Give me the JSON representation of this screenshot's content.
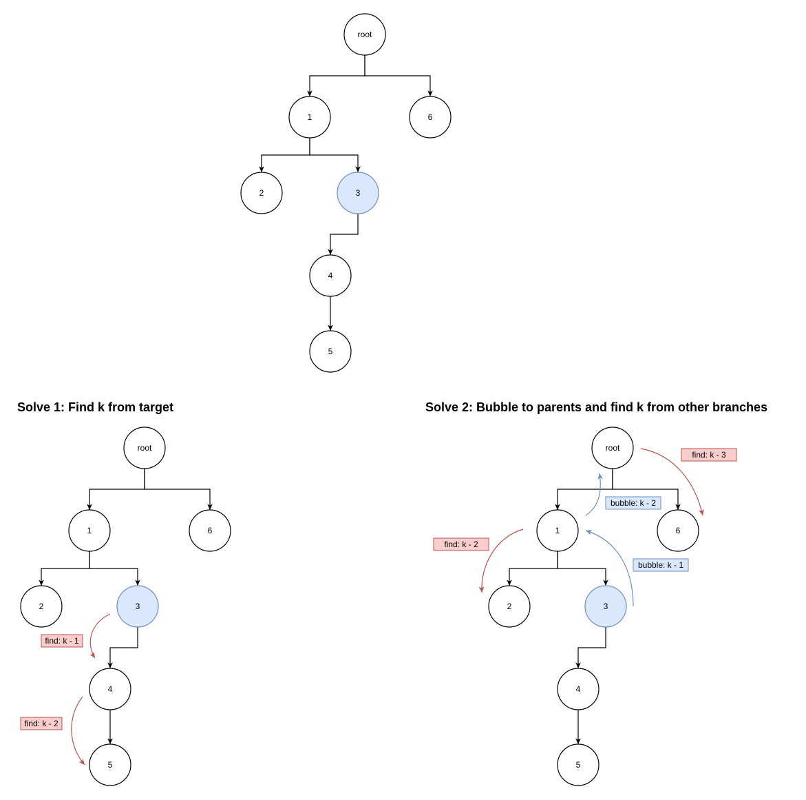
{
  "headings": {
    "solve1": "Solve 1: Find k from target",
    "solve2": "Solve 2: Bubble to parents and find k from other branches"
  },
  "colors": {
    "target_fill": "#dae8fc",
    "target_stroke": "#6c8ebf",
    "find_fill": "#f8cecc",
    "find_stroke": "#b85450",
    "bubble_fill": "#dae8fc",
    "bubble_stroke": "#6c8ebf"
  },
  "diagrams": [
    {
      "id": "tree-top",
      "target": "3",
      "nodes": [
        {
          "id": "root",
          "label": "root"
        },
        {
          "id": "1",
          "label": "1"
        },
        {
          "id": "6",
          "label": "6"
        },
        {
          "id": "2",
          "label": "2"
        },
        {
          "id": "3",
          "label": "3"
        },
        {
          "id": "4",
          "label": "4"
        },
        {
          "id": "5",
          "label": "5"
        }
      ],
      "edges": [
        [
          "root",
          "1"
        ],
        [
          "root",
          "6"
        ],
        [
          "1",
          "2"
        ],
        [
          "1",
          "3"
        ],
        [
          "3",
          "4"
        ],
        [
          "4",
          "5"
        ]
      ],
      "annotations": []
    },
    {
      "id": "solve1",
      "target": "3",
      "nodes": [
        {
          "id": "root",
          "label": "root"
        },
        {
          "id": "1",
          "label": "1"
        },
        {
          "id": "6",
          "label": "6"
        },
        {
          "id": "2",
          "label": "2"
        },
        {
          "id": "3",
          "label": "3"
        },
        {
          "id": "4",
          "label": "4"
        },
        {
          "id": "5",
          "label": "5"
        }
      ],
      "edges": [
        [
          "root",
          "1"
        ],
        [
          "root",
          "6"
        ],
        [
          "1",
          "2"
        ],
        [
          "1",
          "3"
        ],
        [
          "3",
          "4"
        ],
        [
          "4",
          "5"
        ]
      ],
      "annotations": [
        {
          "kind": "find",
          "text": "find: k - 1"
        },
        {
          "kind": "find",
          "text": "find: k - 2"
        }
      ]
    },
    {
      "id": "solve2",
      "target": "3",
      "nodes": [
        {
          "id": "root",
          "label": "root"
        },
        {
          "id": "1",
          "label": "1"
        },
        {
          "id": "6",
          "label": "6"
        },
        {
          "id": "2",
          "label": "2"
        },
        {
          "id": "3",
          "label": "3"
        },
        {
          "id": "4",
          "label": "4"
        },
        {
          "id": "5",
          "label": "5"
        }
      ],
      "edges": [
        [
          "root",
          "1"
        ],
        [
          "root",
          "6"
        ],
        [
          "1",
          "2"
        ],
        [
          "1",
          "3"
        ],
        [
          "3",
          "4"
        ],
        [
          "4",
          "5"
        ]
      ],
      "annotations": [
        {
          "kind": "find",
          "text": "find: k - 3"
        },
        {
          "kind": "bubble",
          "text": "bubble: k - 2"
        },
        {
          "kind": "find",
          "text": "find: k - 2"
        },
        {
          "kind": "bubble",
          "text": "bubble: k - 1"
        }
      ]
    }
  ]
}
